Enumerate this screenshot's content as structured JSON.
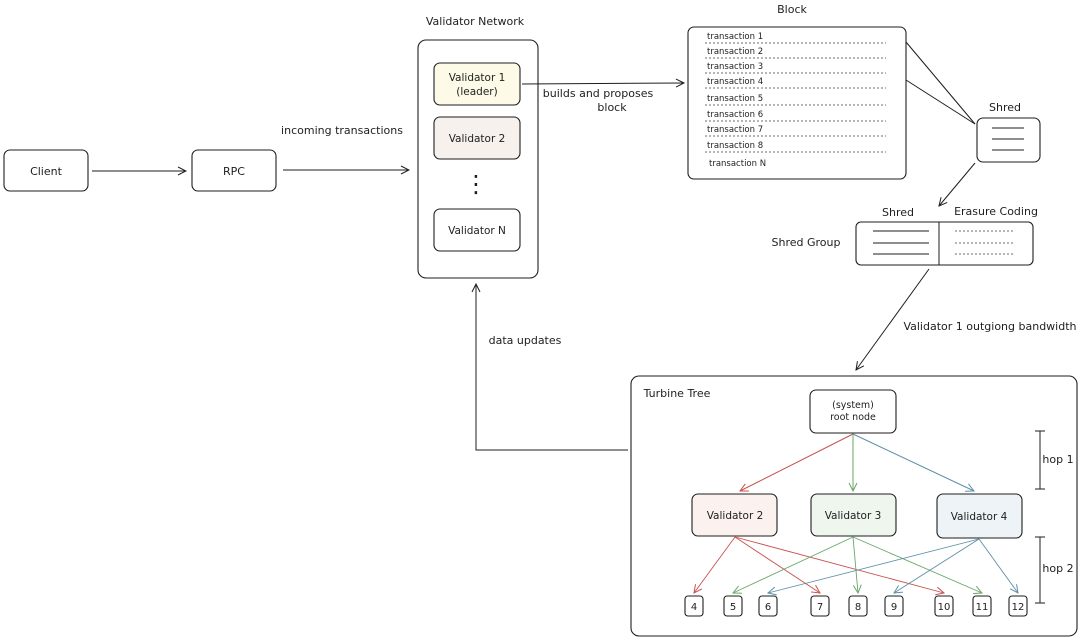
{
  "client": "Client",
  "rpc": "RPC",
  "incoming_transactions": "incoming transactions",
  "validator_network": {
    "title": "Validator Network",
    "validator1_line1": "Validator 1",
    "validator1_line2": "(leader)",
    "validator2": "Validator 2",
    "validatorN": "Validator N",
    "ellipsis": "⋮"
  },
  "builds_label_line1": "builds and proposes",
  "builds_label_line2": "block",
  "block": {
    "title": "Block",
    "transactions": [
      "transaction 1",
      "transaction 2",
      "transaction 3",
      "transaction 4",
      "transaction 5",
      "transaction 6",
      "transaction 7",
      "transaction 8",
      "transaction N"
    ]
  },
  "shred_label": "Shred",
  "shred_group": {
    "label": "Shred Group",
    "shred_header": "Shred",
    "erasure_header": "Erasure Coding"
  },
  "bandwidth_label": "Validator 1 outgiong bandwidth",
  "data_updates": "data updates",
  "turbine": {
    "title": "Turbine Tree",
    "root_line1": "(system)",
    "root_line2": "root node",
    "hop1": "hop 1",
    "hop2": "hop 2",
    "validators": [
      "Validator 2",
      "Validator 3",
      "Validator 4"
    ],
    "leaves": [
      "4",
      "5",
      "6",
      "7",
      "8",
      "9",
      "10",
      "11",
      "12"
    ]
  },
  "colors": {
    "validator1_fill": "#fdfbe8",
    "validator2_fill": "#f7f1ee",
    "turbine_v2_fill": "#fbf1ef",
    "turbine_v3_fill": "#eef6ee",
    "turbine_v4_fill": "#edf3f6",
    "red_edge": "#c9514f",
    "green_edge": "#6aa56a",
    "blue_edge": "#5e8fa8"
  }
}
